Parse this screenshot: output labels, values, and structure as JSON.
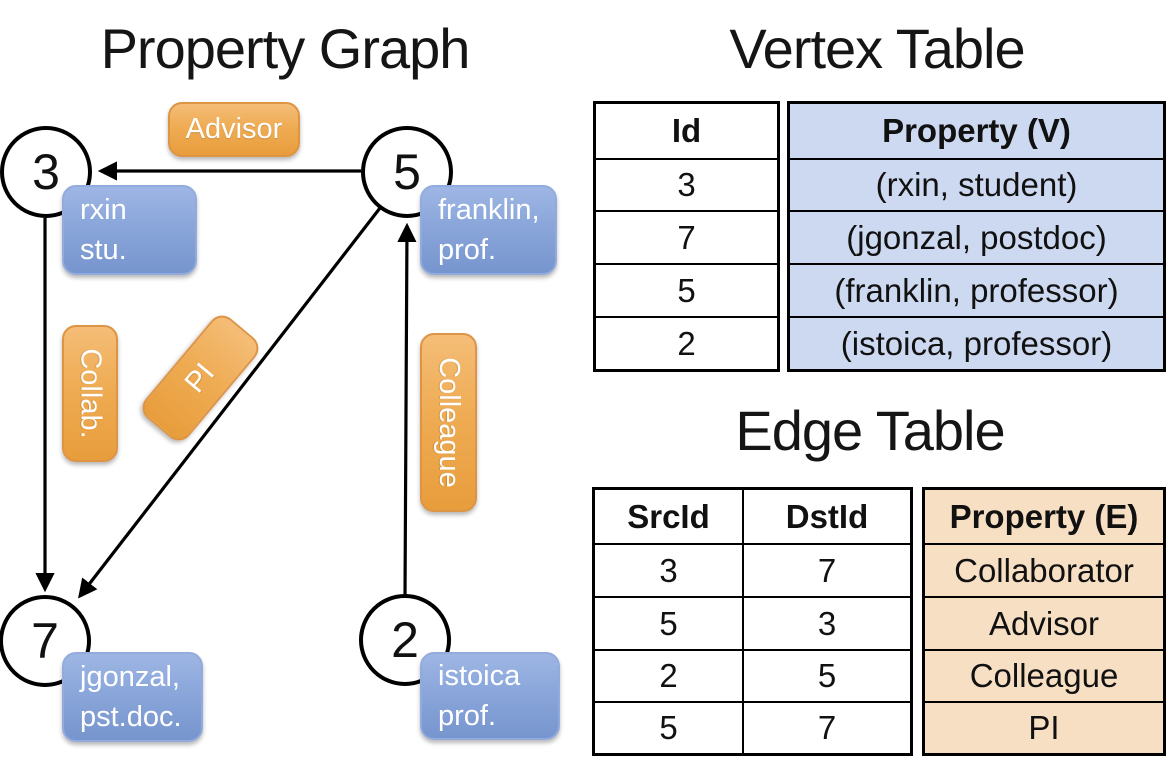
{
  "graph": {
    "title": "Property Graph",
    "nodes": [
      {
        "id": "3",
        "line1": "rxin",
        "line2": "stu."
      },
      {
        "id": "5",
        "line1": "franklin,",
        "line2": "prof."
      },
      {
        "id": "7",
        "line1": "jgonzal,",
        "line2": "pst.doc."
      },
      {
        "id": "2",
        "line1": "istoica",
        "line2": "prof."
      }
    ],
    "edge_labels": {
      "advisor": "Advisor",
      "collab": "Collab.",
      "pi": "PI",
      "colleague": "Colleague"
    }
  },
  "vertex_table": {
    "title": "Vertex Table",
    "columns": {
      "id": "Id",
      "property": "Property (V)"
    },
    "rows": [
      {
        "id": "3",
        "property": "(rxin, student)"
      },
      {
        "id": "7",
        "property": "(jgonzal, postdoc)"
      },
      {
        "id": "5",
        "property": "(franklin, professor)"
      },
      {
        "id": "2",
        "property": "(istoica, professor)"
      }
    ]
  },
  "edge_table": {
    "title": "Edge Table",
    "columns": {
      "src": "SrcId",
      "dst": "DstId",
      "property": "Property (E)"
    },
    "rows": [
      {
        "src": "3",
        "dst": "7",
        "property": "Collaborator"
      },
      {
        "src": "5",
        "dst": "3",
        "property": "Advisor"
      },
      {
        "src": "2",
        "dst": "5",
        "property": "Colleague"
      },
      {
        "src": "5",
        "dst": "7",
        "property": "PI"
      }
    ]
  },
  "colors": {
    "node_box_blue": "#7f9cd3",
    "edge_box_orange": "#eda345",
    "vertex_property_fill": "#cdd9f0",
    "edge_property_fill": "#f7dfc4",
    "line_black": "#000000"
  }
}
